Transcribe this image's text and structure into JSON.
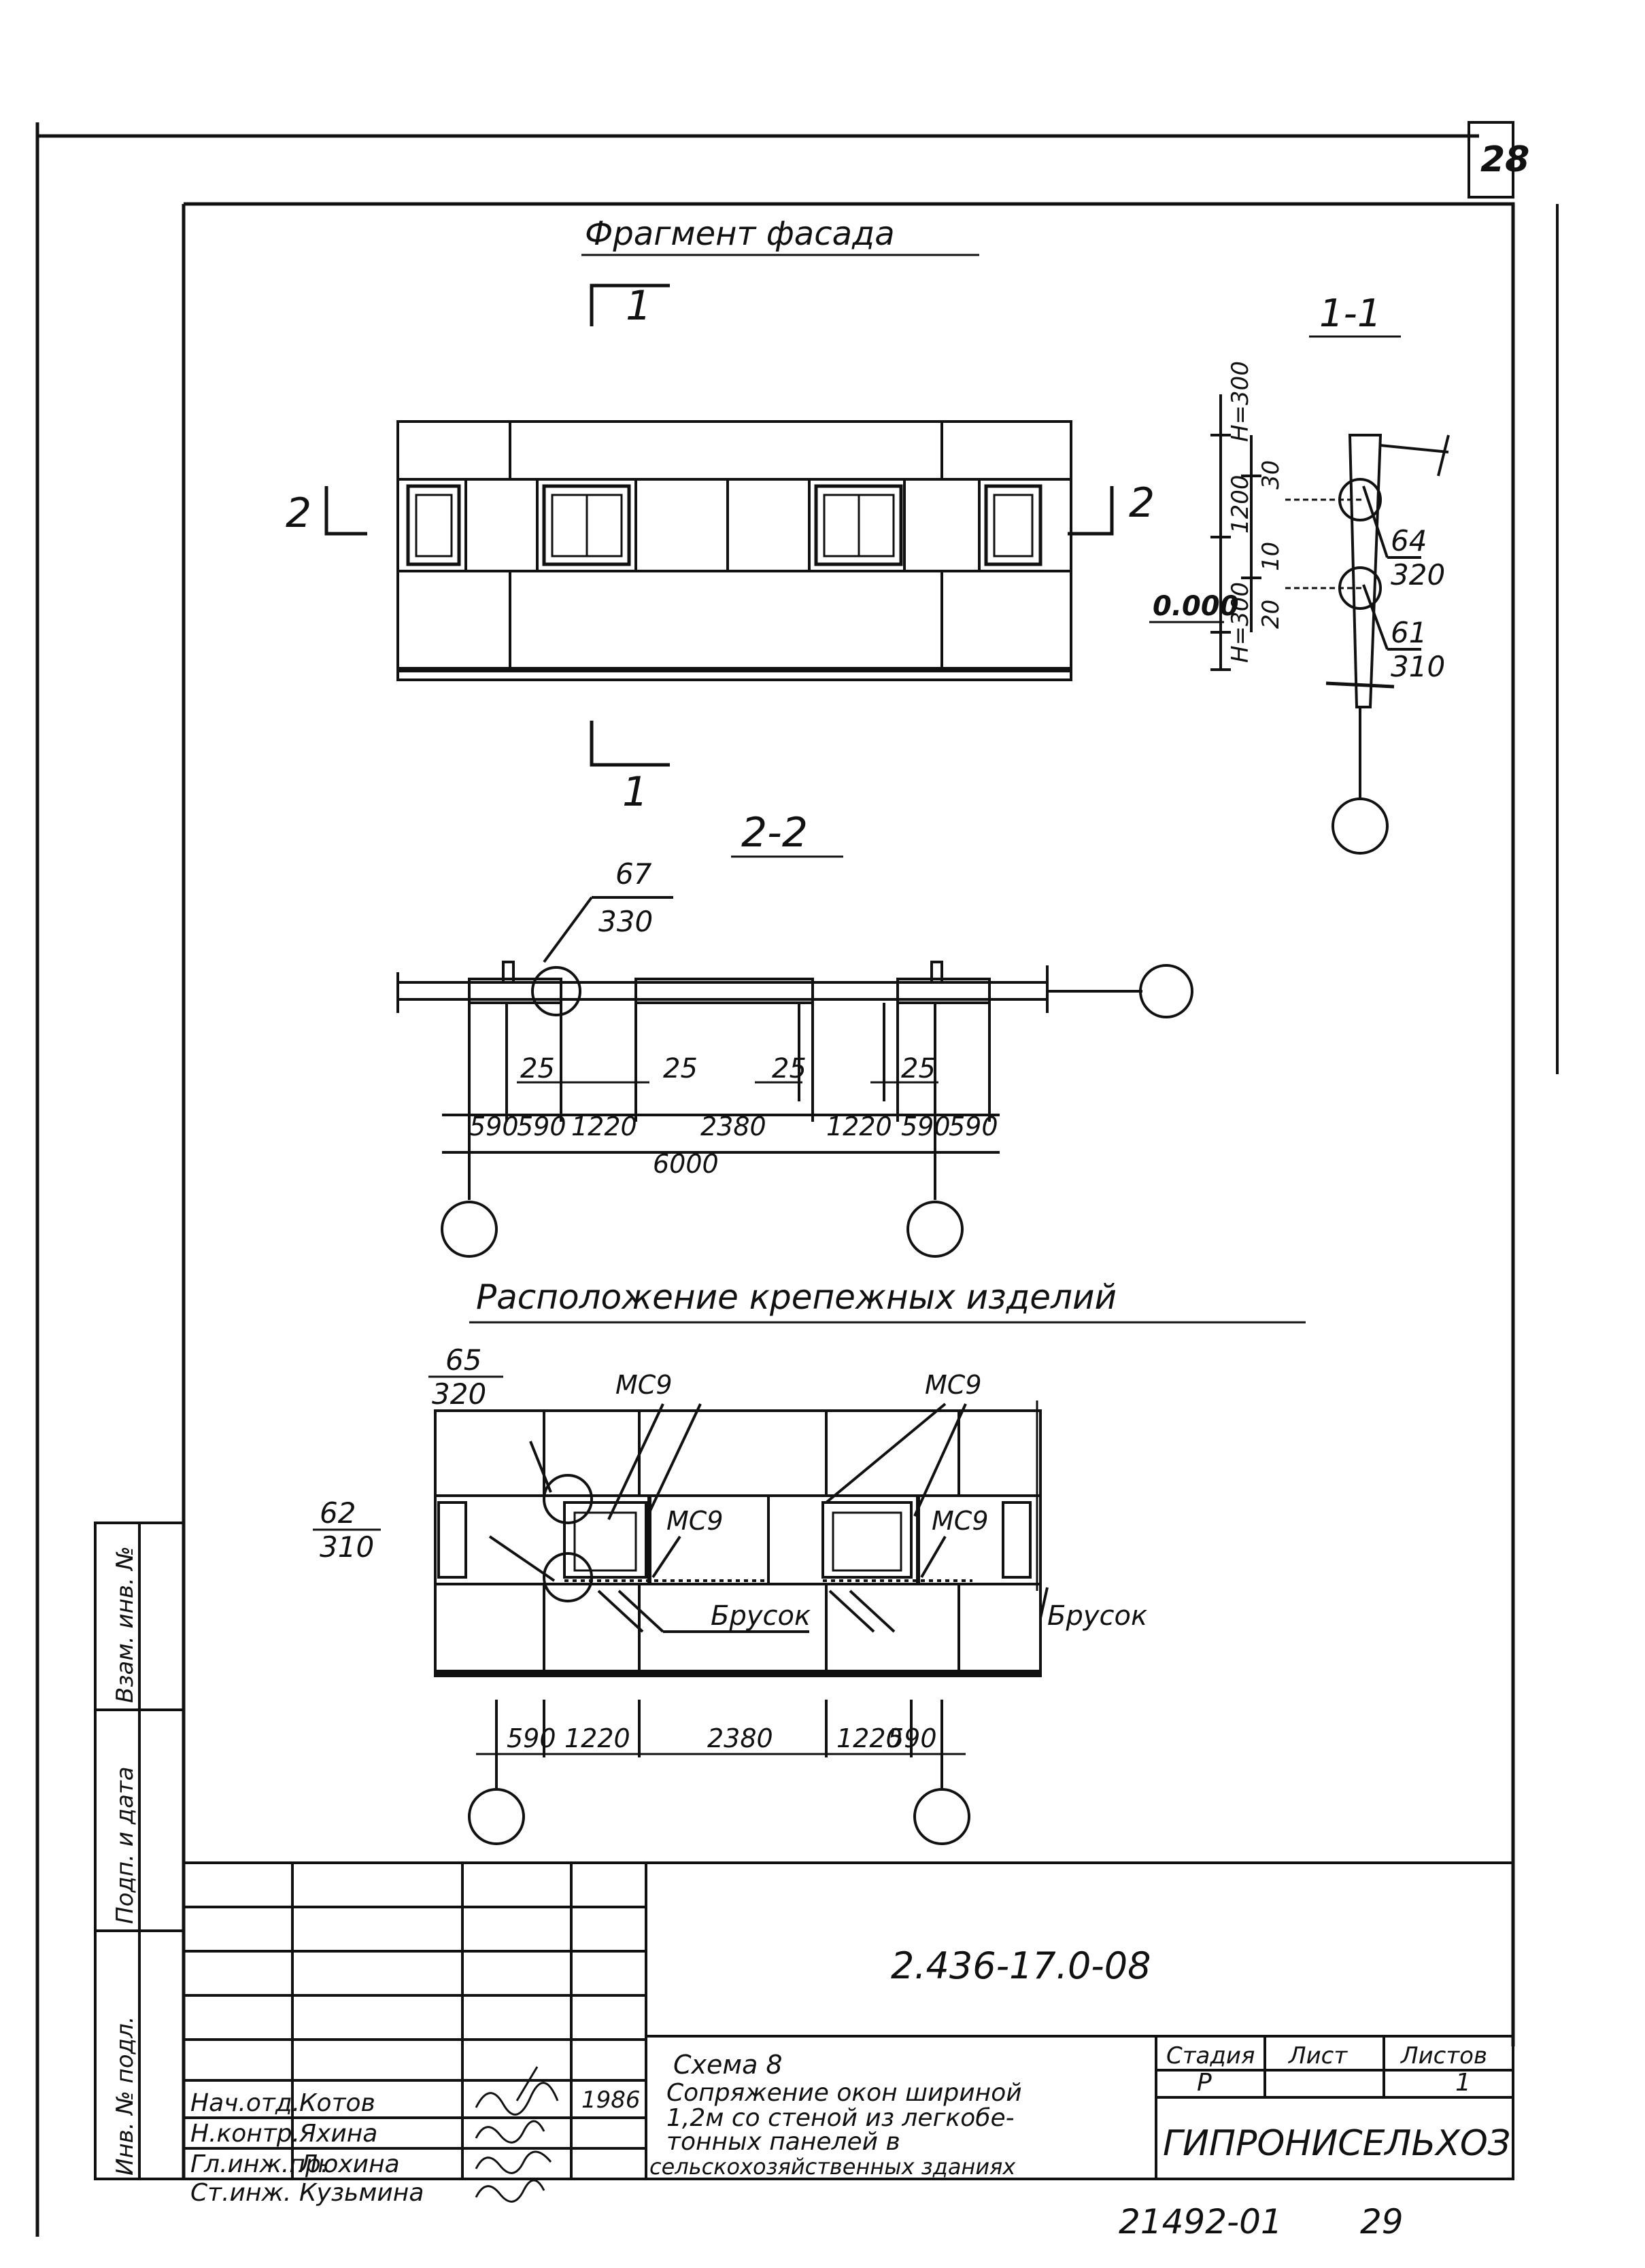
{
  "sheet": {
    "page_number": "28",
    "bottom_number": "21492-01",
    "bottom_sheet": "29"
  },
  "views": {
    "facade_title": "Фрагмент фасада",
    "section_1_mark": "1",
    "section_2_mark": "2",
    "section_1_1_title": "1-1",
    "section_2_2_title": "2-2",
    "fasteners_title": "Расположение крепежных изделий"
  },
  "section_1_1": {
    "elevation": "0.000",
    "dims": [
      "1200",
      "Н=300",
      "30",
      "10",
      "20",
      "Н=300"
    ],
    "callouts": [
      {
        "num": "64",
        "den": "320"
      },
      {
        "num": "61",
        "den": "310"
      }
    ]
  },
  "section_2_2": {
    "callout": {
      "num": "67",
      "den": "330"
    },
    "gaps": [
      "25",
      "25",
      "25",
      "25"
    ],
    "dims": [
      "590",
      "590",
      "1220",
      "2380",
      "1220",
      "590",
      "590"
    ],
    "total": "6000"
  },
  "fasteners": {
    "callouts": [
      {
        "num": "65",
        "den": "320"
      },
      {
        "num": "62",
        "den": "310"
      }
    ],
    "labels": [
      "МС9",
      "МС9",
      "МС9",
      "МС9",
      "Брусок",
      "Брусок"
    ],
    "dims": [
      "590",
      "1220",
      "2380",
      "1220",
      "590"
    ]
  },
  "stamp": {
    "code": "2.436-17.0-08",
    "side_labels": [
      "Инв. № подл.",
      "Подп. и дата",
      "Взам. инв. №"
    ],
    "roles": [
      "Нач.отд.",
      "Н.контр.",
      "Гл.инж.пр.",
      "Ст.инж."
    ],
    "names": [
      "Котов",
      "Яхина",
      "Люхина",
      "Кузьмина"
    ],
    "signatures": [
      "Котов",
      "Яхина",
      "Люхина",
      "Кузьмина"
    ],
    "year": "1986",
    "title_lines": [
      "Схема 8",
      "Сопряжение окон шириной",
      "1,2м со стеной из легкобе-",
      "тонных панелей в",
      "сельскохозяйственных зданиях"
    ],
    "stage_header": "Стадия",
    "sheet_header": "Лист",
    "sheets_header": "Листов",
    "stage_value": "Р",
    "sheets_value": "1",
    "org": "ГИПРОНИСЕЛЬХОЗ"
  }
}
